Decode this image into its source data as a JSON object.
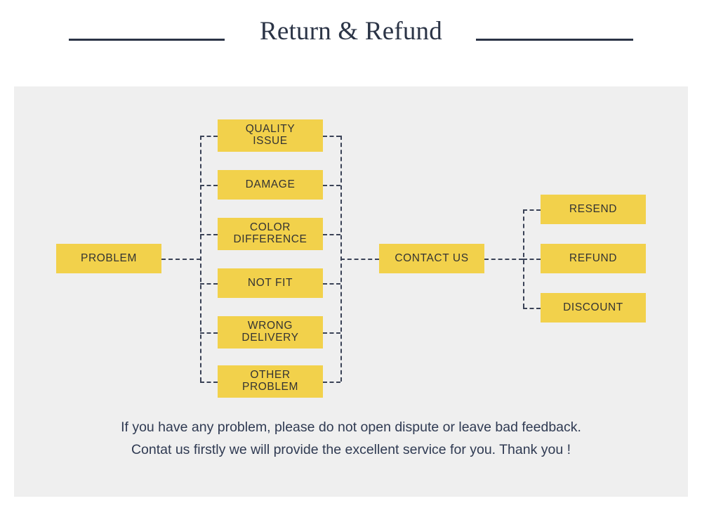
{
  "header": {
    "title": "Return & Refund",
    "rule_color": "#2b3446"
  },
  "panel": {
    "background_color": "#efefef"
  },
  "diagram": {
    "node_fill_color": "#f2d14b",
    "node_text_color": "#333333",
    "connector_color": "#3a4256",
    "start": {
      "label": "PROBLEM"
    },
    "problems": [
      {
        "label": "QUALITY\nISSUE",
        "line1": "QUALITY",
        "line2": "ISSUE"
      },
      {
        "label": "DAMAGE",
        "line1": "DAMAGE",
        "line2": ""
      },
      {
        "label": "COLOR\nDIFFERENCE",
        "line1": "COLOR",
        "line2": "DIFFERENCE"
      },
      {
        "label": "NOT FIT",
        "line1": "NOT FIT",
        "line2": ""
      },
      {
        "label": "WRONG\nDELIVERY",
        "line1": "WRONG",
        "line2": "DELIVERY"
      },
      {
        "label": "OTHER\nPROBLEM",
        "line1": "OTHER",
        "line2": "PROBLEM"
      }
    ],
    "middle": {
      "label": "CONTACT US"
    },
    "resolutions": [
      {
        "label": "RESEND"
      },
      {
        "label": "REFUND"
      },
      {
        "label": "DISCOUNT"
      }
    ]
  },
  "note": {
    "line1": "If you have any problem, please do not open dispute or leave bad feedback.",
    "line2": "Contat us firstly we will provide the excellent service for you. Thank you !"
  }
}
